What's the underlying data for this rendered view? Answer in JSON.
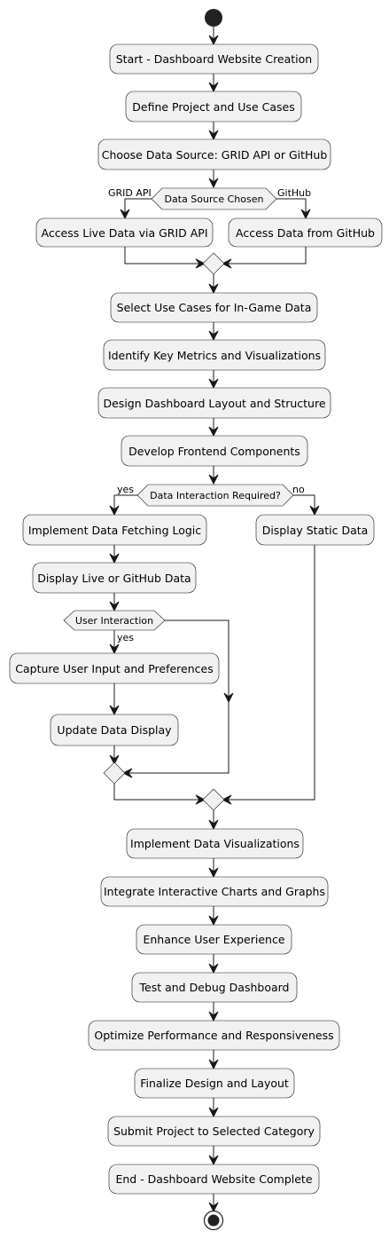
{
  "activities": {
    "start_dashboard": "Start - Dashboard Website Creation",
    "define_project": "Define Project and Use Cases",
    "choose_source": "Choose Data Source: GRID API or GitHub",
    "access_grid": "Access Live Data via GRID API",
    "access_github": "Access Data from GitHub",
    "select_use_cases": "Select Use Cases for In-Game Data",
    "identify_metrics": "Identify Key Metrics and Visualizations",
    "design_layout": "Design Dashboard Layout and Structure",
    "develop_frontend": "Develop Frontend Components",
    "implement_fetching": "Implement Data Fetching Logic",
    "display_static": "Display Static Data",
    "display_live": "Display Live or GitHub Data",
    "capture_input": "Capture User Input and Preferences",
    "update_display": "Update Data Display",
    "implement_viz": "Implement Data Visualizations",
    "integrate_charts": "Integrate Interactive Charts and Graphs",
    "enhance_ux": "Enhance User Experience",
    "test_debug": "Test and Debug Dashboard",
    "optimize": "Optimize Performance and Responsiveness",
    "finalize": "Finalize Design and Layout",
    "submit": "Submit Project to Selected Category",
    "end_dashboard": "End - Dashboard Website Complete"
  },
  "decisions": {
    "data_source": "Data Source Chosen",
    "interaction_required": "Data Interaction Required?",
    "user_interaction": "User Interaction"
  },
  "branch_labels": {
    "grid_api": "GRID API",
    "github": "GitHub",
    "yes_1": "yes",
    "no_1": "no",
    "yes_2": "yes"
  },
  "colors": {
    "node_fill": "#f1f1f1",
    "stroke": "#181818",
    "start_node": "#222222"
  }
}
